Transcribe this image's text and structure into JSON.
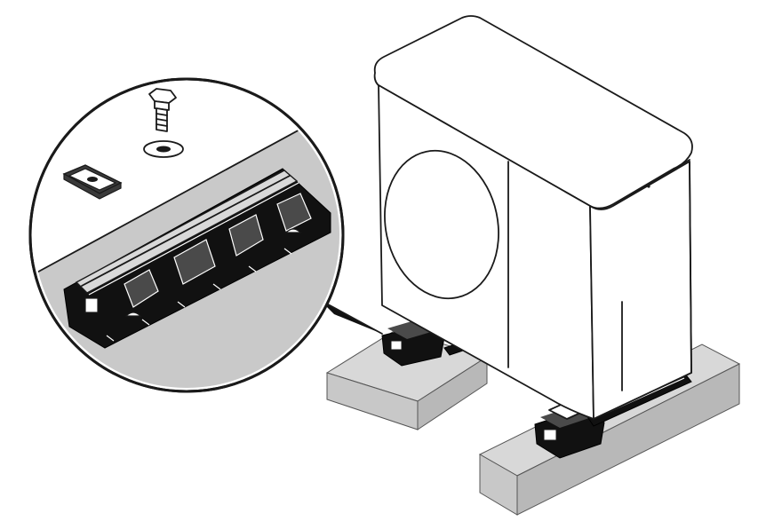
{
  "figure": {
    "subject": "outdoor-unit-on-damping-feet",
    "colors": {
      "line": "#1a1a1a",
      "unit_body": "#ffffff",
      "concrete_front": "#c8c8c8",
      "concrete_top": "#d8d8d8",
      "concrete_side": "#b8b8b8",
      "foot_black": "#111111",
      "foot_highlight": "#4a4a4a",
      "detail_background": "#c9c9c9",
      "detail_wall": "#ffffff",
      "fan_disc": "#ffffff"
    },
    "parts": [
      "concrete-base-left",
      "concrete-base-right",
      "damping-foot",
      "bolt-icon",
      "washer-icon",
      "slide-nut-icon",
      "heat-pump-unit",
      "detail-magnifier"
    ]
  }
}
